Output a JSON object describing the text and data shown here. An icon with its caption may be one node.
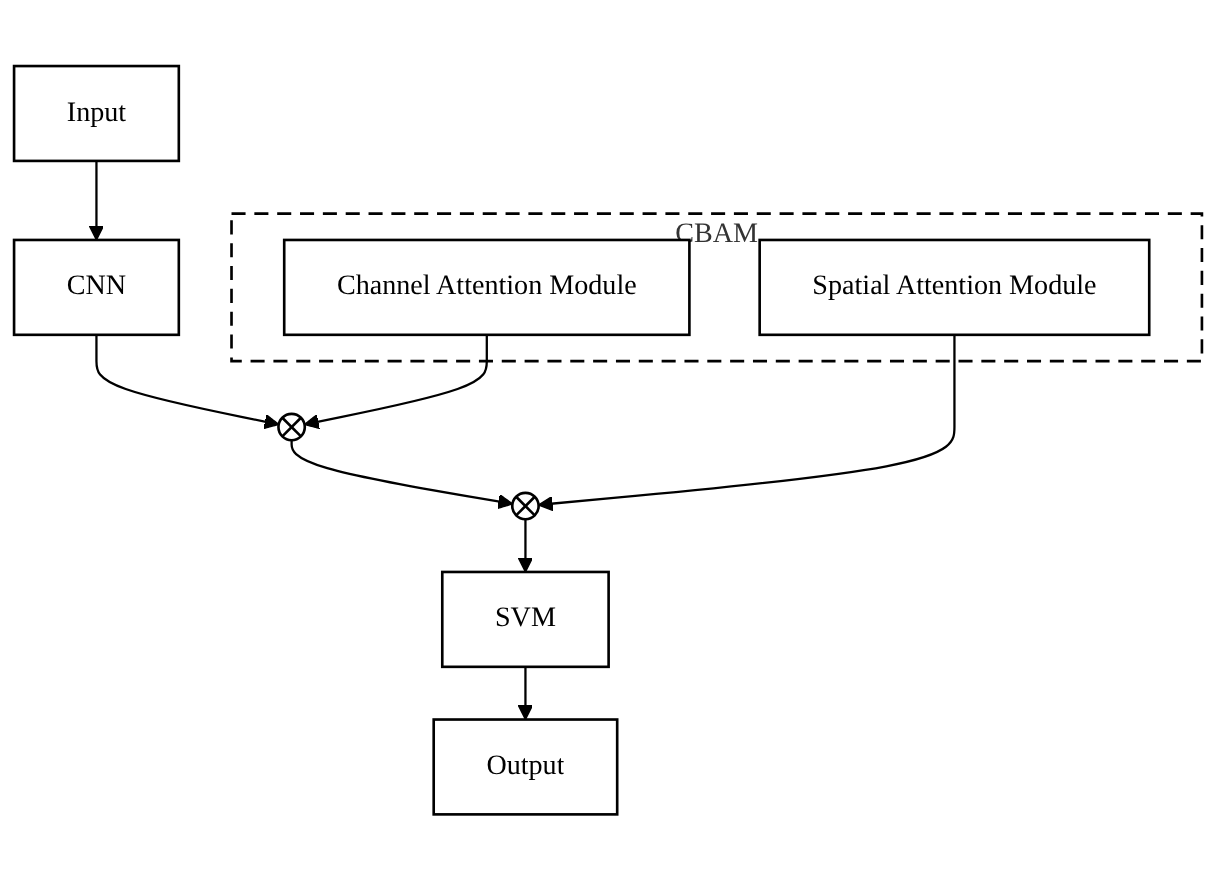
{
  "diagram": {
    "nodes": [
      {
        "text": [
          "Input"
        ]
      },
      {
        "text": [
          "CNN"
        ]
      },
      {
        "text": [],
        "shape": "circle"
      },
      {
        "text": [],
        "shape": "circle"
      },
      {
        "text": [
          "SVM"
        ]
      },
      {
        "text": [
          "Output"
        ]
      },
      {
        "text": [
          "CBAM"
        ]
      },
      {
        "text": [
          "Channel Attention Module"
        ],
        "in": 6
      },
      {
        "text": [
          "Spatial Attention Module"
        ],
        "in": 6
      }
    ],
    "edges": [
      {
        "from": 0,
        "to": 1,
        "arrow": "to"
      },
      {
        "from": 1,
        "to": 2,
        "arrow": "to"
      },
      {
        "from": 7,
        "to": 2,
        "arrow": "to"
      },
      {
        "from": 2,
        "to": 3,
        "arrow": "to"
      },
      {
        "from": 8,
        "to": 3,
        "arrow": "to"
      },
      {
        "from": 3,
        "to": 4,
        "arrow": "to"
      },
      {
        "from": 4,
        "to": 5,
        "arrow": "to"
      }
    ]
  }
}
